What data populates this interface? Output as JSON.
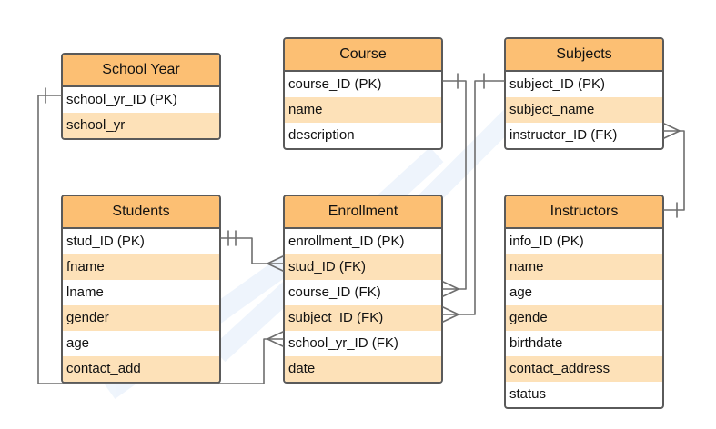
{
  "entities": {
    "school_year": {
      "title": "School Year",
      "fields": [
        "school_yr_ID (PK)",
        "school_yr"
      ]
    },
    "course": {
      "title": "Course",
      "fields": [
        "course_ID (PK)",
        "name",
        "description"
      ]
    },
    "subjects": {
      "title": "Subjects",
      "fields": [
        "subject_ID (PK)",
        "subject_name",
        "instructor_ID (FK)"
      ]
    },
    "students": {
      "title": "Students",
      "fields": [
        "stud_ID (PK)",
        "fname",
        "lname",
        "gender",
        "age",
        "contact_add"
      ]
    },
    "enrollment": {
      "title": "Enrollment",
      "fields": [
        "enrollment_ID (PK)",
        "stud_ID (FK)",
        "course_ID (FK)",
        "subject_ID (FK)",
        "school_yr_ID (FK)",
        "date"
      ]
    },
    "instructors": {
      "title": "Instructors",
      "fields": [
        "info_ID (PK)",
        "name",
        "age",
        "gende",
        "birthdate",
        "contact_address",
        "status"
      ]
    }
  },
  "colors": {
    "header": "#fcbf73",
    "alt_row": "#fde1b8",
    "border": "#5a5a5a",
    "line": "#6e6e6e"
  }
}
